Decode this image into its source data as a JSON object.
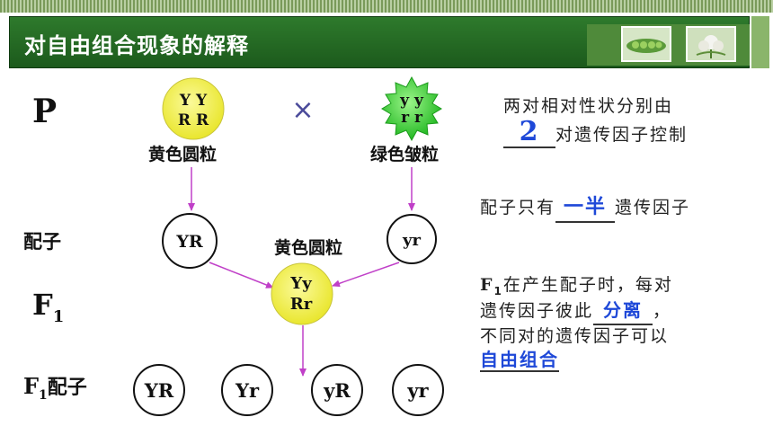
{
  "header": {
    "title": "对自由组合现象的解释"
  },
  "labels": {
    "p": "P",
    "gamete": "配子",
    "f1": "F",
    "f1_sub": "1",
    "f1gamete_prefix": "F",
    "f1gamete_sub": "1",
    "f1gamete_suffix": "配子",
    "cross": "×"
  },
  "parents": {
    "yellow": {
      "line1": "Y Y",
      "line2": "R R",
      "caption": "黄色圆粒"
    },
    "green": {
      "line1": "y y",
      "line2": "r r",
      "caption": "绿色皱粒"
    }
  },
  "gametes": {
    "left": "YR",
    "right": "yr"
  },
  "f1": {
    "caption": "黄色圆粒",
    "line1": "Yy",
    "line2": "Rr"
  },
  "f1_gametes": [
    "YR",
    "Yr",
    "yR",
    "yr"
  ],
  "notes": {
    "n1_a": "两对相对性状分别由",
    "n1_ans": "2",
    "n1_b": "对遗传因子控制",
    "n2_a": "配子只有",
    "n2_ans": "一半",
    "n2_b": "遗传因子",
    "n3_prefix": "F",
    "n3_sub": "1",
    "n3_a": "在产生配子时，每对",
    "n3_b": "遗传因子彼此",
    "n3_ans": "分离",
    "n3_c": "，",
    "n3_d": "不同对的遗传因子可以",
    "n3_ans2": "自由组合"
  },
  "colors": {
    "header": "#1f6320",
    "yellow": "#f3f04a",
    "green": "#3fcf3a",
    "arrow": "#c040c8",
    "answer": "#1e48d8"
  }
}
